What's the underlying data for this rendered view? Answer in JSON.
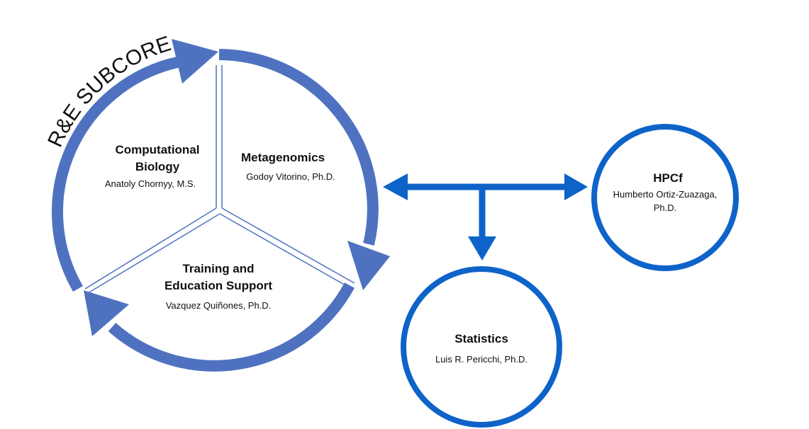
{
  "colors": {
    "cycle_arrow": "#4f72c0",
    "divider": "#4f72c0",
    "connector": "#0e63c9",
    "node_ring": "#0e63c9"
  },
  "subcore": {
    "label": "R&E SUBCORE"
  },
  "sections": {
    "computational": {
      "title_line1": "Computational",
      "title_line2": "Biology",
      "person": "Anatoly Chornyy, M.S."
    },
    "metagenomics": {
      "title": "Metagenomics",
      "person": "Godoy Vitorino, Ph.D."
    },
    "training": {
      "title_line1": "Training and",
      "title_line2": "Education Support",
      "person": "Vazquez Quiñones, Ph.D."
    }
  },
  "nodes": {
    "hpcf": {
      "title": "HPCf",
      "person_line1": "Humberto Ortiz-Zuazaga,",
      "person_line2": "Ph.D."
    },
    "statistics": {
      "title": "Statistics",
      "person": "Luis R. Pericchi, Ph.D."
    }
  }
}
